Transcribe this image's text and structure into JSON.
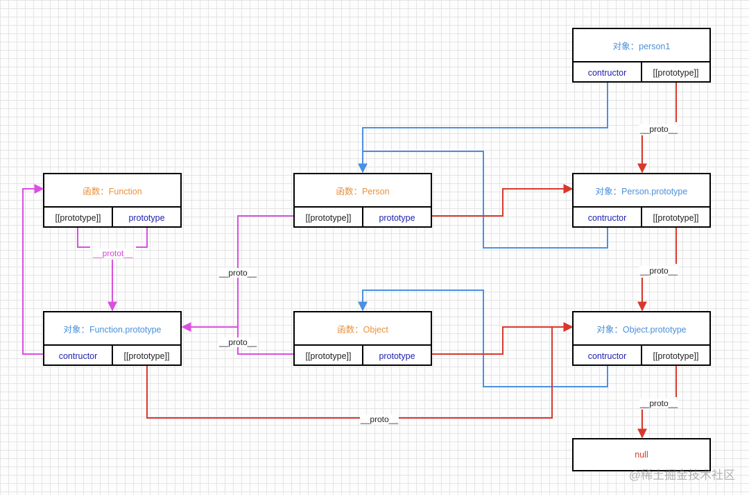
{
  "nodes": {
    "person1": {
      "title": "对象：person1",
      "left": "contructor",
      "right": "[[prototype]]"
    },
    "function": {
      "title": "函数：Function",
      "left": "[[prototype]]",
      "right": "prototype"
    },
    "person": {
      "title": "函数：Person",
      "left": "[[prototype]]",
      "right": "prototype"
    },
    "person_prototype": {
      "title": "对象：Person.prototype",
      "left": "contructor",
      "right": "[[prototype]]"
    },
    "function_prototype": {
      "title": "对象：Function.prototype",
      "left": "contructor",
      "right": "[[prototype]]"
    },
    "object": {
      "title": "函数：Object",
      "left": "[[prototype]]",
      "right": "prototype"
    },
    "object_prototype": {
      "title": "对象：Object.prototype",
      "left": "contructor",
      "right": "[[prototype]]"
    },
    "null": {
      "title": "null"
    }
  },
  "edge_labels": {
    "person1_proto": "__proto__",
    "person_prototype_proto": "__proto__",
    "object_prototype_proto": "__proto__",
    "function_protot": "__protot__",
    "person_proto": "__proto__",
    "object_proto": "__proto__",
    "function_prototype_proto": "__proto__"
  },
  "colors": {
    "constructor_edge": "#4a90e2",
    "proto_edge": "#d9372b",
    "function_edge": "#d94fe0",
    "function_title": "#e8903a",
    "object_title": "#4a90d9"
  },
  "watermark": "@稀土掘金技术社区"
}
